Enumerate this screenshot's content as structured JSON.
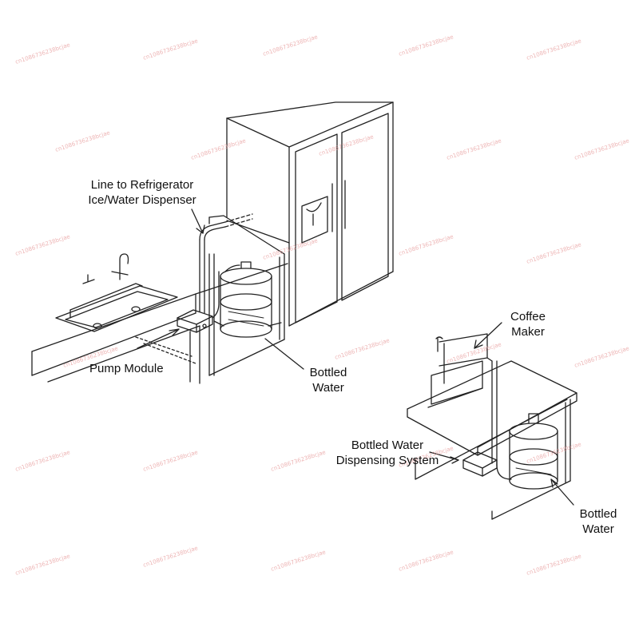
{
  "labels": {
    "line_to_fridge_1": "Line to Refrigerator",
    "line_to_fridge_2": "Ice/Water Dispenser",
    "pump_module": "Pump Module",
    "bottled_water_left_1": "Bottled",
    "bottled_water_left_2": "Water",
    "coffee_maker_1": "Coffee",
    "coffee_maker_2": "Maker",
    "dispensing_system_1": "Bottled Water",
    "dispensing_system_2": "Dispensing System",
    "bottled_water_right_1": "Bottled",
    "bottled_water_right_2": "Water"
  },
  "watermark": "cn1086736238bcjae"
}
